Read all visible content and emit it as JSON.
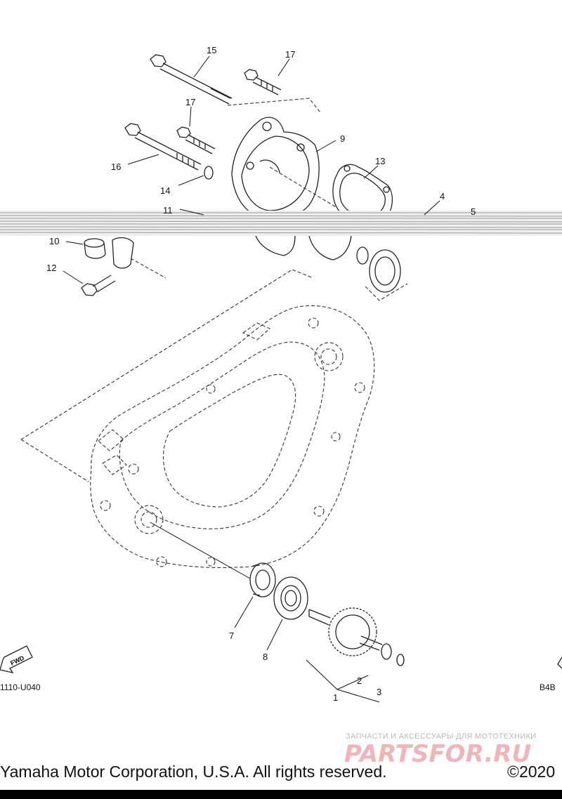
{
  "diagram": {
    "part_numbers": [
      "1",
      "2",
      "3",
      "4",
      "5",
      "7",
      "8",
      "9",
      "10",
      "11",
      "12",
      "13",
      "14",
      "15",
      "16",
      "17",
      "17"
    ],
    "figure_code_left": "1110-U040",
    "figure_code_right": "B4B",
    "fwd_label": "FWD"
  },
  "footer": {
    "copyright": "Yamaha Motor Corporation, U.S.A. All rights reserved.",
    "year": "©2020"
  },
  "watermark": {
    "tagline": "ЗАПЧАСТИ И АКСЕССУАРЫ ДЛЯ МОТОТЕХНИКИ",
    "logo": "PARTSFOR.RU"
  }
}
